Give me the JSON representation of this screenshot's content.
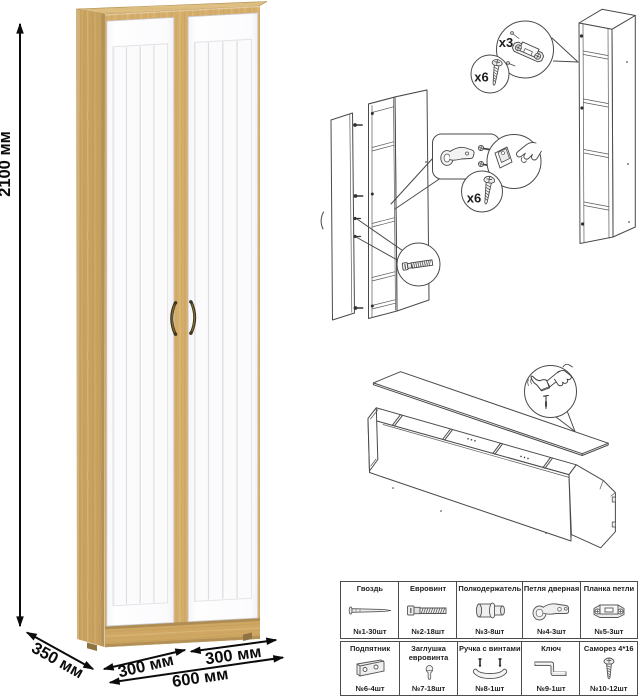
{
  "dimensions": {
    "height": "2100 мм",
    "depth": "350 мм",
    "door_width_left": "300 мм",
    "door_width_right": "300 мм",
    "total_width": "600 мм"
  },
  "callouts": {
    "hinge_plate_qty": "x3",
    "hinge_plate_screws_qty": "x6",
    "door_hinge_screws_qty": "x6"
  },
  "parts_table": {
    "items": [
      {
        "name": "Гвоздь",
        "count": "№1-30шт",
        "icon": "nail-icon",
        "icon_href": "#sym-nail"
      },
      {
        "name": "Евровинт",
        "count": "№2-18шт",
        "icon": "euroscrew-icon",
        "icon_href": "#sym-euroscrew"
      },
      {
        "name": "Полкодержатель",
        "count": "№3-8шт",
        "icon": "shelf-pin-icon",
        "icon_href": "#sym-shelfpin"
      },
      {
        "name": "Петля дверная",
        "count": "№4-3шт",
        "icon": "door-hinge-icon",
        "icon_href": "#sym-hinge"
      },
      {
        "name": "Планка петли",
        "count": "№5-3шт",
        "icon": "hinge-plate-icon",
        "icon_href": "#sym-plate"
      },
      {
        "name": "Подпятник",
        "count": "№6-4шт",
        "icon": "foot-glide-icon",
        "icon_href": "#sym-glide"
      },
      {
        "name": "Заглушка евровинта",
        "count": "№7-18шт",
        "icon": "screw-cap-icon",
        "icon_href": "#sym-cap"
      },
      {
        "name": "Ручка с винтами",
        "count": "№8-1шт",
        "icon": "handle-icon",
        "icon_href": "#sym-handle"
      },
      {
        "name": "Ключ",
        "count": "№9-1шт",
        "icon": "hex-key-icon",
        "icon_href": "#sym-key"
      },
      {
        "name": "Саморез 4*16",
        "count": "№10-12шт",
        "icon": "screw-icon",
        "icon_href": "#sym-screw"
      }
    ]
  },
  "colors": {
    "wood_top": "#ddbd80",
    "wood_front": "#d5ad6a",
    "wood_side": "#c9a25f",
    "wood_plinth": "#cfa763",
    "door_white": "#fbfbfc",
    "door_groove": "#dcdce3",
    "handle_dark": "#41351a",
    "handle_light": "#8d783c",
    "dim_color": "#0b0b0b",
    "diagram_line": "#4a4a4a"
  }
}
